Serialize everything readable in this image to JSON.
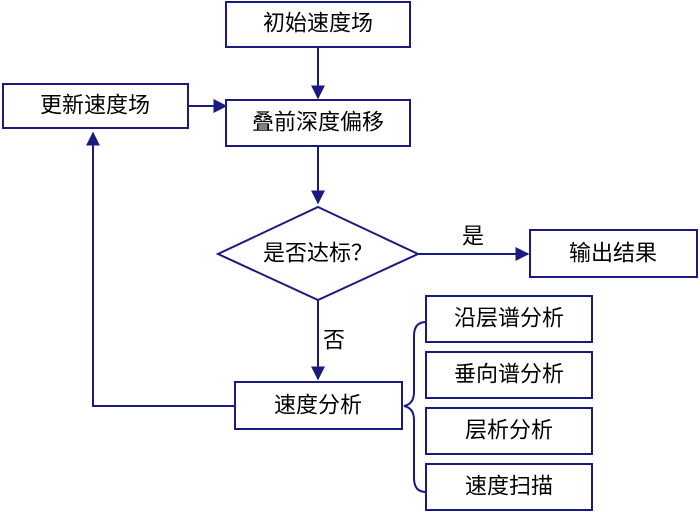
{
  "colors": {
    "line": "#1a1a80",
    "text": "#000000",
    "background": "#ffffff"
  },
  "nodes": {
    "init": "初始速度场",
    "update": "更新速度场",
    "migration": "叠前深度偏移",
    "decision": "是否达标？",
    "output": "输出结果",
    "analysis": "速度分析",
    "sub1": "沿层谱分析",
    "sub2": "垂向谱分析",
    "sub3": "层析分析",
    "sub4": "速度扫描"
  },
  "edge_labels": {
    "yes": "是",
    "no": "否"
  }
}
